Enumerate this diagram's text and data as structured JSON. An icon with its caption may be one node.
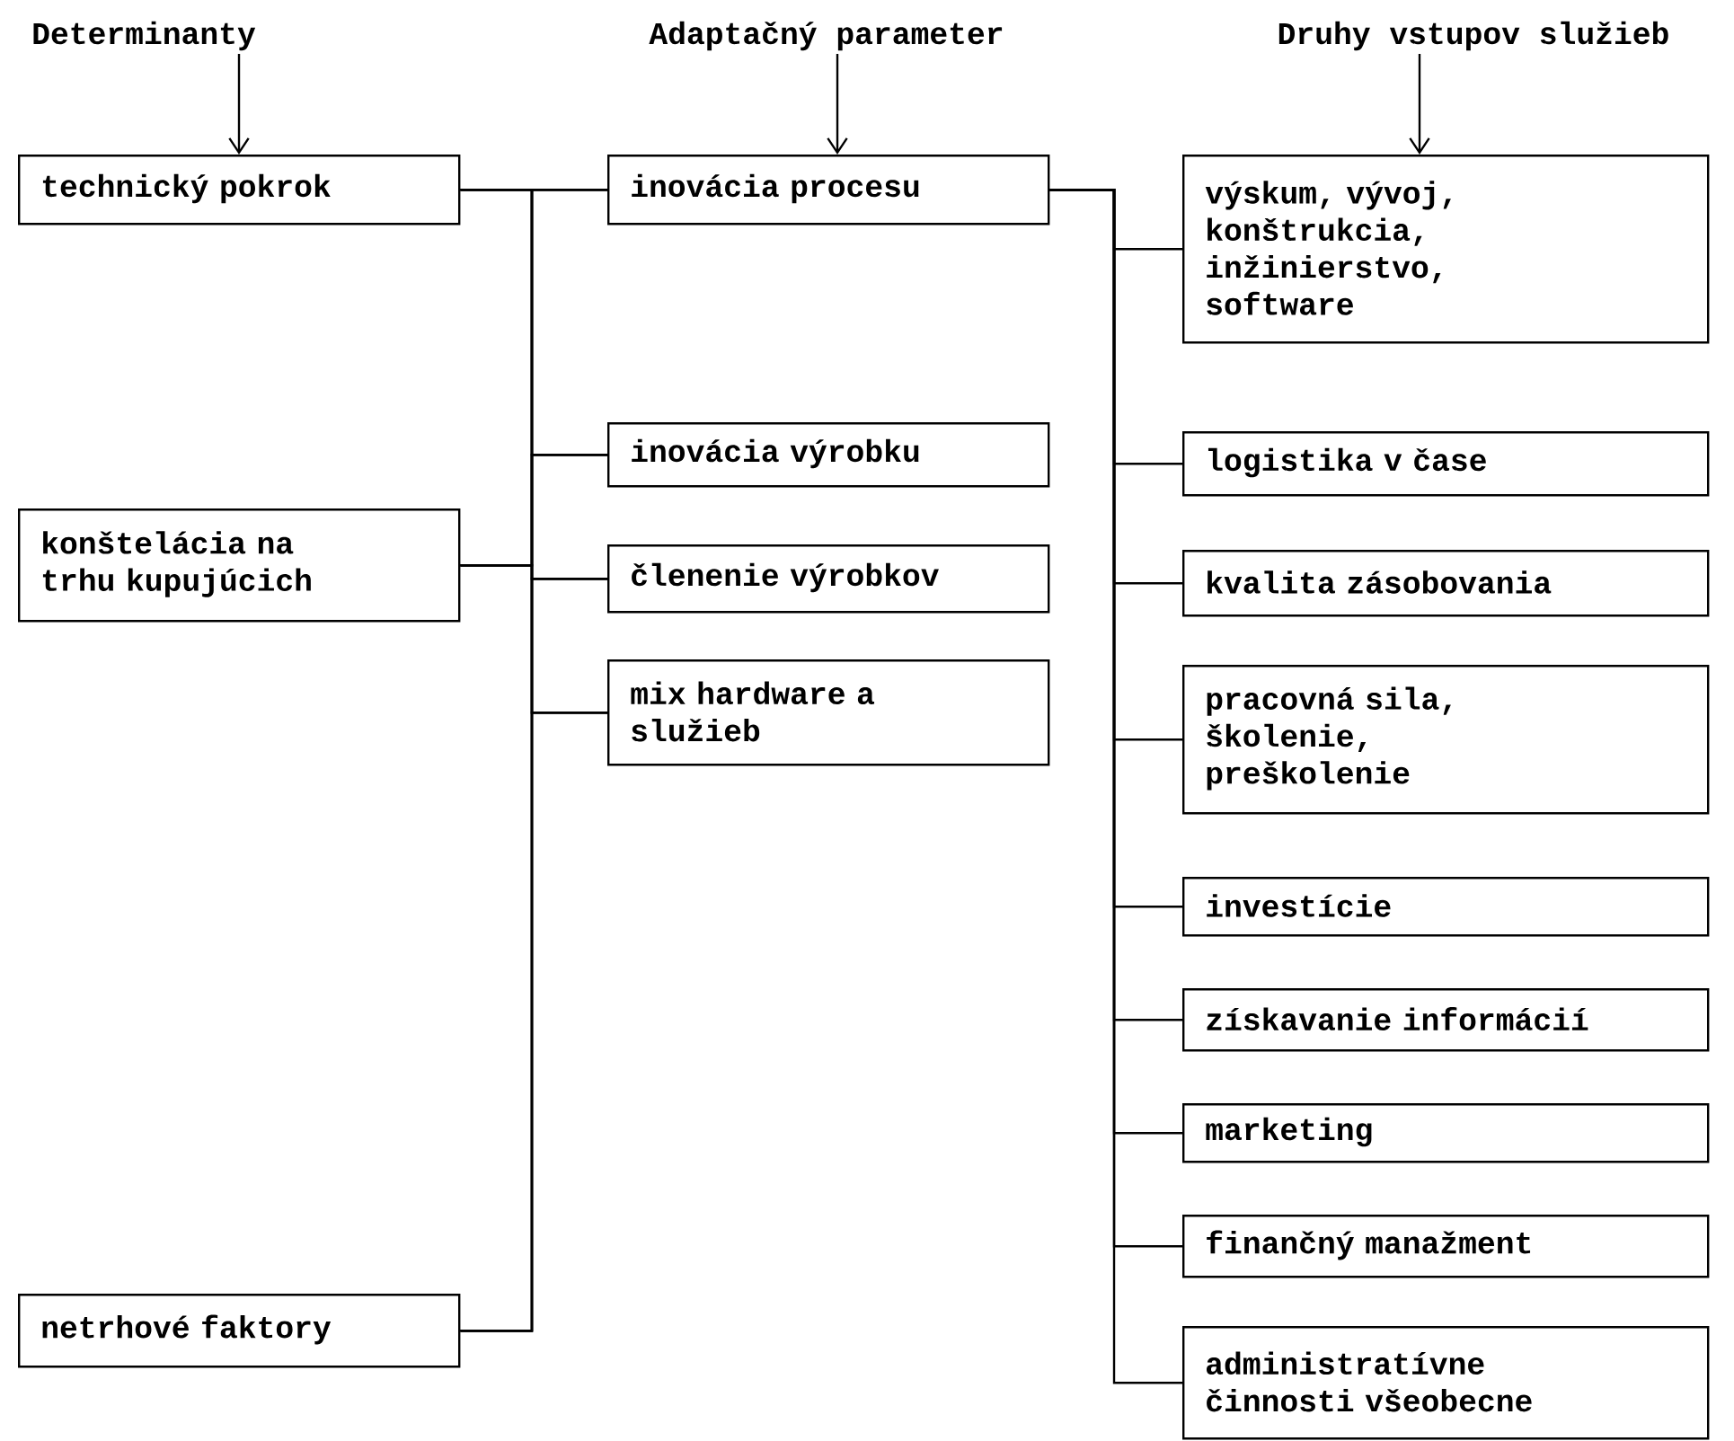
{
  "diagram": {
    "nodes": [
      {
        "text": [
          "Determinanty"
        ]
      },
      {
        "text": [
          "Adaptačný parameter"
        ]
      },
      {
        "text": [
          "Druhy vstupov služieb"
        ]
      },
      {
        "text": [
          "technický pokrok"
        ]
      },
      {
        "text": [
          "inovácia procesu"
        ]
      },
      {
        "text": [
          "výskum, vývoj, konštrukcia, inžinierstvo, software"
        ]
      },
      {
        "text": [
          "inovácia výrobku"
        ]
      },
      {
        "text": [
          "logistika v čase"
        ]
      },
      {
        "text": [
          "konštelácia na trhu kupujúcich"
        ]
      },
      {
        "text": [
          "členenie výrobkov"
        ]
      },
      {
        "text": [
          "kvalita zásobovania"
        ]
      },
      {
        "text": [
          "mix hardware a služieb"
        ]
      },
      {
        "text": [
          "pracovná sila, školenie, preškolenie"
        ]
      },
      {
        "text": [
          "investície"
        ]
      },
      {
        "text": [
          "získavanie informácií"
        ]
      },
      {
        "text": [
          "marketing"
        ]
      },
      {
        "text": [
          "finančný manažment"
        ]
      },
      {
        "text": [
          "netrhové faktory"
        ]
      },
      {
        "text": [
          "administratívne činnosti všeobecne"
        ]
      }
    ],
    "edges": [
      {
        "from": 0,
        "to": 3,
        "arrow": "to"
      },
      {
        "from": 1,
        "to": 4,
        "arrow": "to"
      },
      {
        "from": 2,
        "to": 5,
        "arrow": "to"
      },
      {
        "from": 3,
        "to": 4,
        "arrow": "none"
      },
      {
        "from": 3,
        "to": 6,
        "arrow": "none"
      },
      {
        "from": 3,
        "to": 9,
        "arrow": "none"
      },
      {
        "from": 3,
        "to": 11,
        "arrow": "none"
      },
      {
        "from": 8,
        "to": 4,
        "arrow": "none"
      },
      {
        "from": 8,
        "to": 6,
        "arrow": "none"
      },
      {
        "from": 8,
        "to": 9,
        "arrow": "none"
      },
      {
        "from": 8,
        "to": 11,
        "arrow": "none"
      },
      {
        "from": 17,
        "to": 4,
        "arrow": "none"
      },
      {
        "from": 17,
        "to": 6,
        "arrow": "none"
      },
      {
        "from": 17,
        "to": 9,
        "arrow": "none"
      },
      {
        "from": 17,
        "to": 11,
        "arrow": "none"
      },
      {
        "from": 4,
        "to": 5,
        "arrow": "none"
      },
      {
        "from": 4,
        "to": 7,
        "arrow": "none"
      },
      {
        "from": 4,
        "to": 10,
        "arrow": "none"
      },
      {
        "from": 4,
        "to": 12,
        "arrow": "none"
      },
      {
        "from": 4,
        "to": 13,
        "arrow": "none"
      },
      {
        "from": 4,
        "to": 14,
        "arrow": "none"
      },
      {
        "from": 4,
        "to": 15,
        "arrow": "none"
      },
      {
        "from": 4,
        "to": 16,
        "arrow": "none"
      },
      {
        "from": 4,
        "to": 18,
        "arrow": "none"
      }
    ]
  }
}
